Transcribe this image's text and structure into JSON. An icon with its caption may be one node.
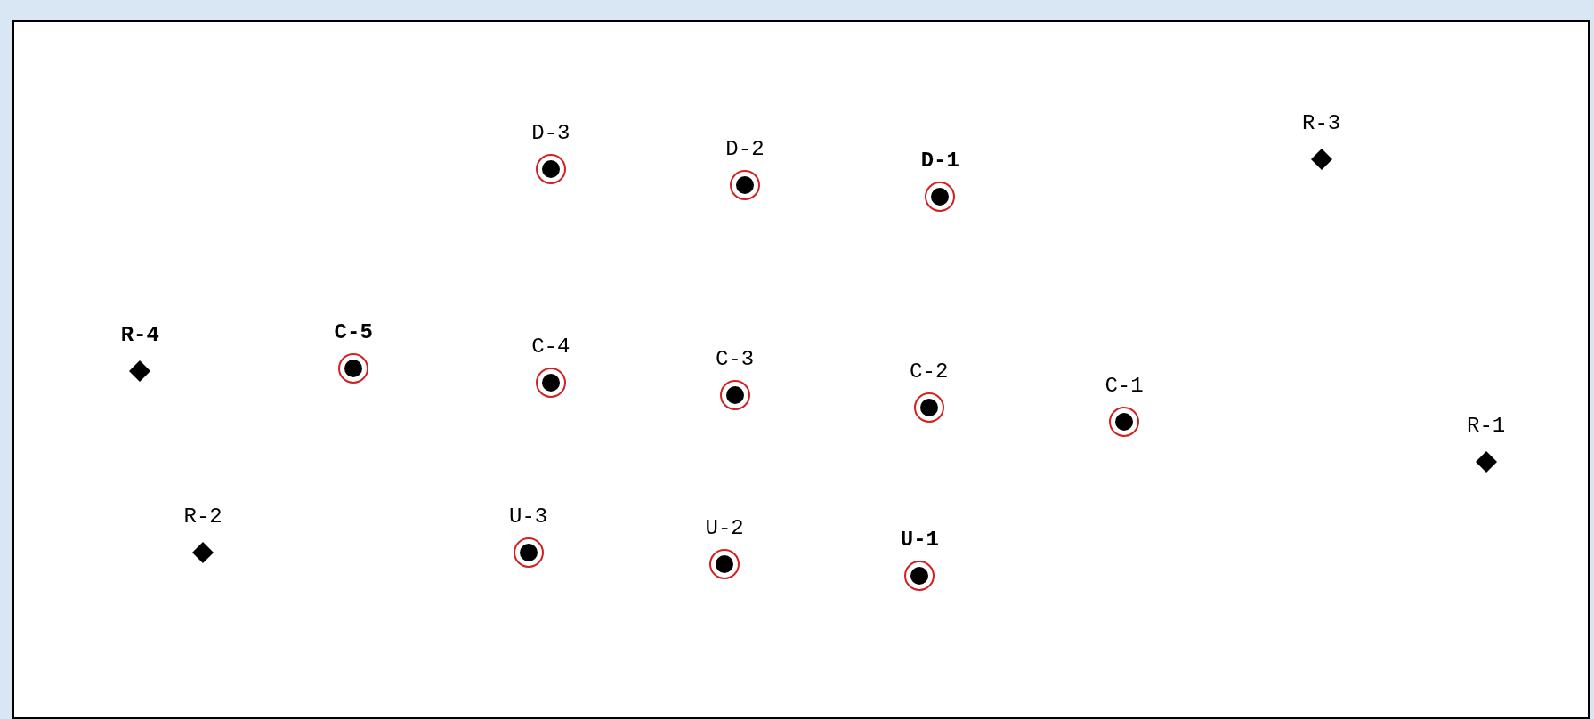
{
  "diagram": {
    "nodes": [
      {
        "text": [
          "D-3"
        ]
      },
      {
        "text": [
          "D-2"
        ]
      },
      {
        "text": [
          "D-1"
        ]
      },
      {
        "text": [
          "R-3"
        ]
      },
      {
        "text": [
          "R-4"
        ]
      },
      {
        "text": [
          "C-5"
        ]
      },
      {
        "text": [
          "C-4"
        ]
      },
      {
        "text": [
          "C-3"
        ]
      },
      {
        "text": [
          "C-2"
        ]
      },
      {
        "text": [
          "C-1"
        ]
      },
      {
        "text": [
          "R-1"
        ]
      },
      {
        "text": [
          "R-2"
        ]
      },
      {
        "text": [
          "U-3"
        ]
      },
      {
        "text": [
          "U-2"
        ]
      },
      {
        "text": [
          "U-1"
        ]
      }
    ]
  }
}
